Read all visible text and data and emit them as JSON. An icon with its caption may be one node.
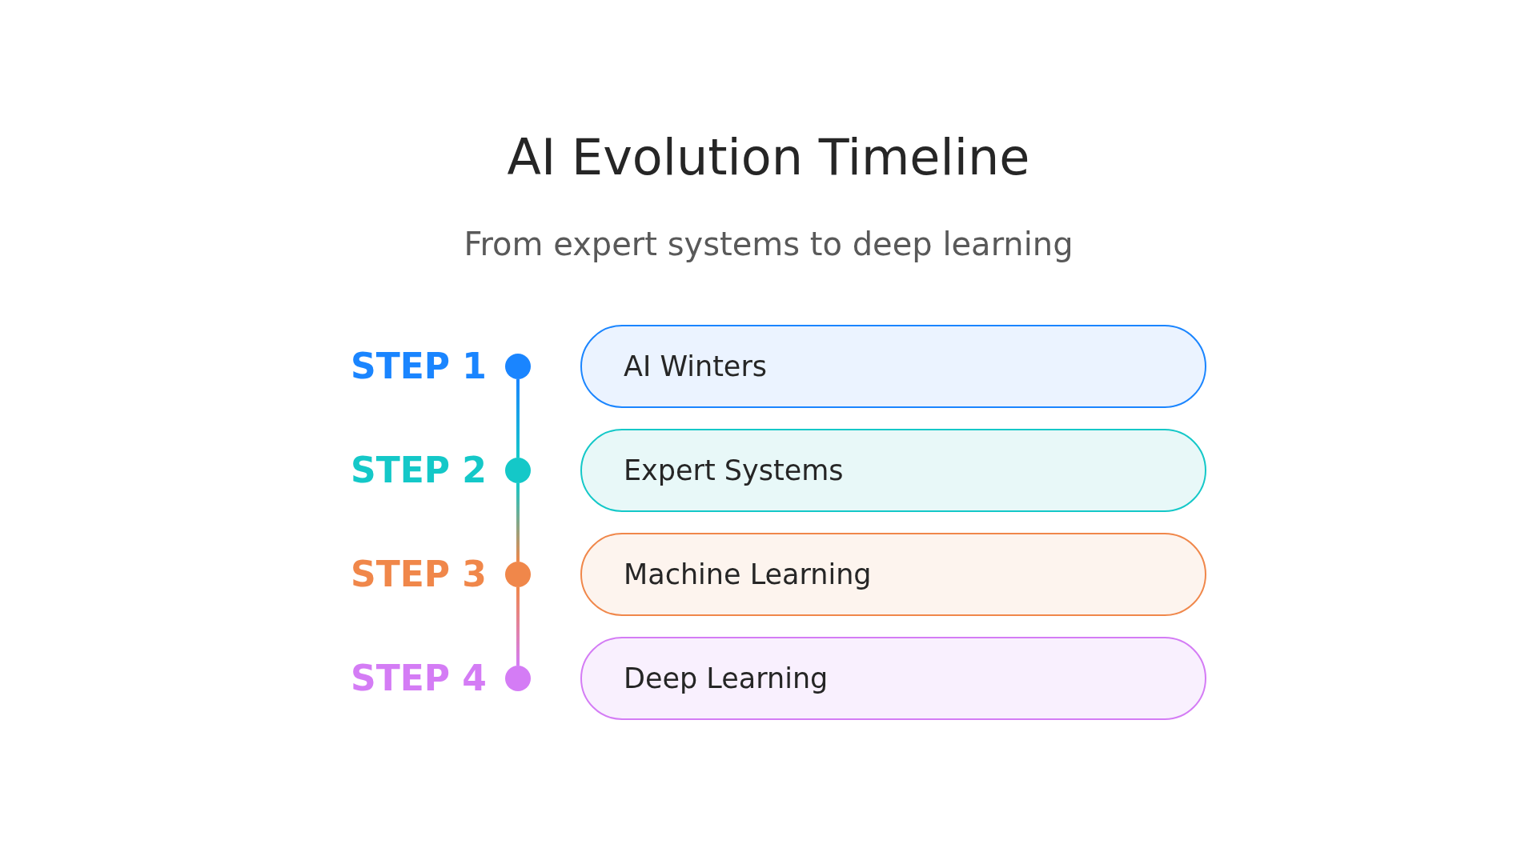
{
  "diagram": {
    "title": "AI Evolution Timeline",
    "nodes": [
      {
        "text": [],
        "shape": "circle",
        "beside": [
          "STEP 1"
        ]
      },
      {
        "text": [
          "AI Winters"
        ]
      },
      {
        "text": [],
        "shape": "circle",
        "beside": [
          "STEP 2"
        ]
      },
      {
        "text": [
          "Expert Systems"
        ]
      },
      {
        "text": [],
        "shape": "circle",
        "beside": [
          "STEP 3"
        ]
      },
      {
        "text": [
          "Machine Learning"
        ]
      },
      {
        "text": [],
        "shape": "circle",
        "beside": [
          "STEP 4"
        ]
      },
      {
        "text": [
          "Deep Learning"
        ]
      }
    ],
    "edges": [
      {
        "from": 0,
        "to": 2,
        "arrow": "none"
      },
      {
        "from": 2,
        "to": 4,
        "arrow": "none"
      },
      {
        "from": 4,
        "to": 6,
        "arrow": "none"
      }
    ],
    "labels": [
      "From expert systems to deep learning"
    ]
  }
}
